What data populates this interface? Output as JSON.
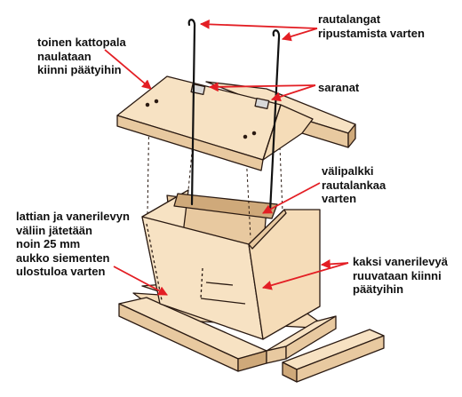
{
  "labels": {
    "hanging_wires": "rautalangat\nripustamista varten",
    "second_roof_panel": "toinen kattopala\nnaulataan\nkiinni päätyihin",
    "hinges": "saranat",
    "spacer_bar": "välipalkki\nrautalankaa\nvarten",
    "floor_gap": "lattian ja vanerilevyn\nväliin jätetään\nnoin 25 mm\naukko siementen\nulostuloa varten",
    "plywood_sheets": "kaksi vanerilevyä\nruuvataan kiinni\npäätyihin"
  },
  "colors": {
    "wood": "#f7e2c3",
    "wood_side": "#e8c9a0",
    "wood_dark": "#cfa97a",
    "outline": "#2a1a12",
    "wire": "#111111",
    "arrow": "#e31e24",
    "text": "#111111",
    "hinge": "#d8d8d8"
  }
}
